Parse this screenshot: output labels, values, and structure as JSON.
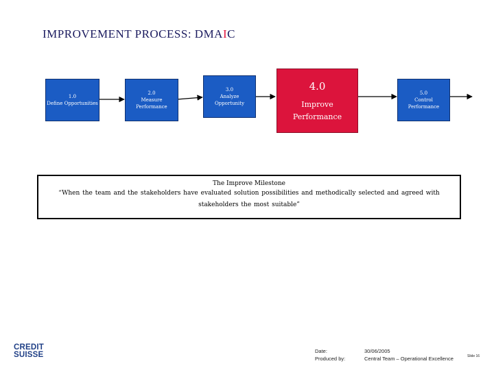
{
  "title": {
    "prefix": "IMPROVEMENT PROCESS:  DMA",
    "highlight": "I",
    "suffix": "C"
  },
  "steps": [
    {
      "num": "1.0",
      "label": "Define Opportunities",
      "active": false
    },
    {
      "num": "2.0",
      "label": "Measure Performance",
      "active": false
    },
    {
      "num": "3.0",
      "label": "Analyze Opportunity",
      "active": false
    },
    {
      "num": "4.0",
      "label": "Improve Performance",
      "active": true
    },
    {
      "num": "5.0",
      "label": "Control Performance",
      "active": false
    }
  ],
  "milestone": {
    "title": "The Improve Milestone",
    "quote": "“When the team and the stakeholders have evaluated solution possibilities and methodically selected and agreed with stakeholders the most suitable”"
  },
  "logo": {
    "line1": "CREDIT",
    "line2": "SUISSE"
  },
  "footer": {
    "date_label": "Date:",
    "date_value": "30/06/2005",
    "produced_label": "Produced by:",
    "produced_value": "Central Team – Operational Excellence",
    "slide": "Slide 16"
  },
  "colors": {
    "step_blue": "#1b5cc4",
    "step_active": "#dc143c",
    "title": "#1a1a5e",
    "logo": "#1f3f86"
  }
}
